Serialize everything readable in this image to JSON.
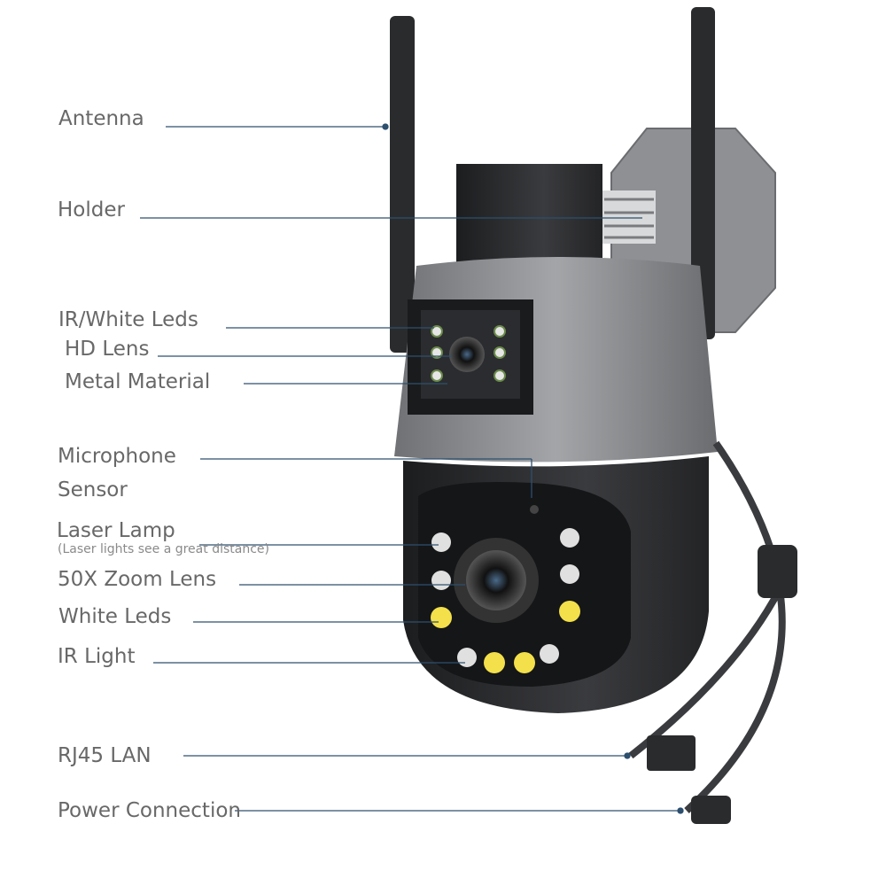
{
  "labels": {
    "antenna": "Antenna",
    "holder": "Holder",
    "ir_white_leds": "IR/White Leds",
    "hd_lens": "HD Lens",
    "metal_material": "Metal Material",
    "microphone": "Microphone",
    "sensor": "Sensor",
    "laser_lamp": "Laser Lamp",
    "laser_lamp_note": "(Laser lights see a great distance)",
    "zoom_lens": "50X Zoom Lens",
    "white_leds": "White Leds",
    "ir_light": "IR Light",
    "rj45": "RJ45 LAN",
    "power": "Power Connection"
  },
  "colors": {
    "label_text": "#686868",
    "leader_line": "#2d4f6e",
    "housing_gray": "#8b8d90",
    "dome_black": "#26272a"
  }
}
